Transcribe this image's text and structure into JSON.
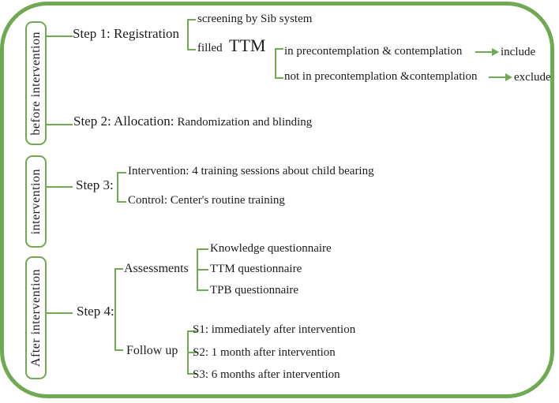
{
  "colors": {
    "green": "#6fa951",
    "text": "#1c1c1c",
    "background": "#ffffff"
  },
  "phases": [
    {
      "label": "before intervention"
    },
    {
      "label": "intervention"
    },
    {
      "label": "After intervention"
    }
  ],
  "steps": {
    "step1": {
      "label": "Step 1: Registration",
      "screening": "screening by Sib system",
      "filled": "filled",
      "ttm": "TTM",
      "branch": {
        "in_label": "in precontemplation & contemplation",
        "include": "include",
        "not_in_label": "not in precontemplation &contemplation",
        "exclude": "exclude"
      }
    },
    "step2": {
      "label": "Step 2: Allocation:",
      "detail": "Randomization and blinding"
    },
    "step3": {
      "label": "Step 3:",
      "intervention": "Intervention: 4 training sessions about child bearing",
      "control": "Control: Center's routine training"
    },
    "step4": {
      "label": "Step 4:",
      "assessments": {
        "label": "Assessments",
        "items": [
          "Knowledge questionnaire",
          "TTM questionnaire",
          "TPB questionnaire"
        ]
      },
      "followup": {
        "label": "Follow up",
        "items": [
          "S1: immediately after intervention",
          "S2: 1 month after intervention",
          "S3: 6 months after intervention"
        ]
      }
    }
  }
}
